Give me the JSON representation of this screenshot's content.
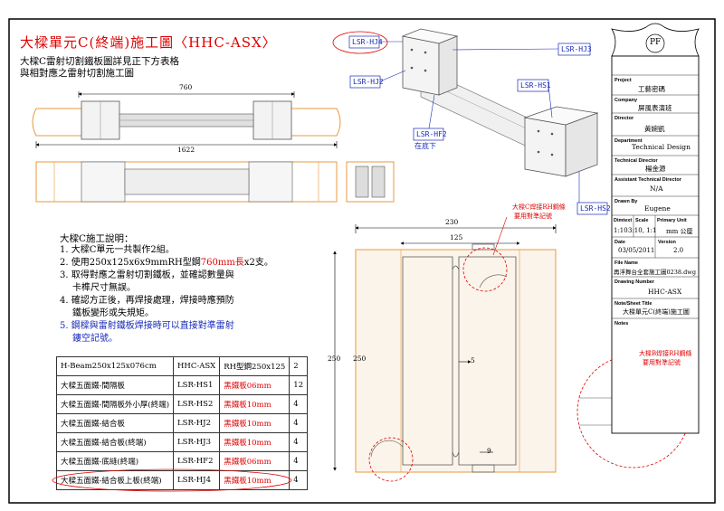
{
  "title": "大樑單元C(終端)施工圖〈HHC-ASX〉",
  "subtitle": [
    "大樑C雷射切割鐵板圖詳見正下方表格",
    "與相對應之雷射切割施工圖"
  ],
  "dims": {
    "d760": "760",
    "d1622": "1622",
    "d230": "230",
    "d125": "125",
    "d250a": "250",
    "d250b": "250",
    "d5": "5",
    "d9": "9"
  },
  "iso_labels": {
    "hj4": "LSR-HJ4",
    "hj3": "LSR-HJ3",
    "hj2": "LSR-HJ2",
    "hs1": "LSR-HS1",
    "hf2": "LSR-HF2",
    "hf2_note": "在底下",
    "hs2": "LSR-HS2"
  },
  "red_note": {
    "line1": "大樑C焊接RH鋼條",
    "line2": "要用對準記號"
  },
  "red_note2": {
    "line1": "大樑B焊接RH鋼條",
    "line2": "要用對準記號"
  },
  "notes_title": "大樑C施工說明：",
  "notes": [
    {
      "num": "1.",
      "text": "大樑C單元一共製作2組。"
    },
    {
      "num": "2.",
      "text_a": "使用250x125x6x9mmRH型鋼",
      "text_red": "760mm長",
      "text_b": "x2支。"
    },
    {
      "num": "3.",
      "text": "取得對應之雷射切割鐵板，並確認數量與"
    },
    {
      "num": "",
      "text": "卡榫尺寸無誤。"
    },
    {
      "num": "4.",
      "text": "確認方正後，再焊接處理，焊接時應預防"
    },
    {
      "num": "",
      "text": "鐵板變形或失規矩。"
    },
    {
      "num": "5.",
      "text": "鋼樑與雷射鐵板焊接時可以直接對準雷射"
    },
    {
      "num": "",
      "text": "鏤空記號。"
    }
  ],
  "parts_table": [
    [
      "H-Beam250x125x076cm",
      "HHC-ASX",
      "RH型鋼250x125",
      "2"
    ],
    [
      "大樑五面鐵-間隔板",
      "LSR-HS1",
      "黑鐵板06mm",
      "12"
    ],
    [
      "大樑五面鐵-間隔板外小厚(終端)",
      "LSR-HS2",
      "黑鐵板10mm",
      "4"
    ],
    [
      "大樑五面鐵-結合板",
      "LSR-HJ2",
      "黑鐵板10mm",
      "4"
    ],
    [
      "大樑五面鐵-結合板(終端)",
      "LSR-HJ3",
      "黑鐵板10mm",
      "4"
    ],
    [
      "大樑五面鐵-底縫(終端)",
      "LSR-HF2",
      "黑鐵板06mm",
      "4"
    ],
    [
      "大樑五面鐵-結合板上板(終端)",
      "LSR-HJ4",
      "黑鐵板10mm",
      "4"
    ]
  ],
  "title_block": {
    "logo": "PF",
    "project_h": "Project",
    "project": "工藝密碼",
    "company_h": "Company",
    "company": "屏風表演班",
    "director_h": "Director",
    "director": "黃婉凱",
    "department_h": "Department",
    "department": "Technical Design",
    "tech_director_h": "Technical Director",
    "tech_director": "楊金源",
    "assistant_h": "Assistant Technical Director",
    "assistant": "N/A",
    "drawn_h": "Drawn By",
    "drawn": "Eugene",
    "dimtext_h": "Dimtext",
    "scale_h": "Scale",
    "primary_h": "Primary Unit",
    "dimtext": "1:10",
    "scale": "3:10, 1:1",
    "primary": "mm 公厘",
    "date_h": "Date",
    "date": "03/05/2011",
    "version_h": "Version",
    "version": "2.0",
    "file_h": "File Name",
    "file": "再浮舞台全套施工圖0238.dwg",
    "drawing_h": "Drawing Number",
    "drawing": "HHC-ASX",
    "sheet_h": "Note/Sheet Title",
    "sheet": "大樑單元C(終端)施工圖",
    "notes_h": "Notes"
  }
}
